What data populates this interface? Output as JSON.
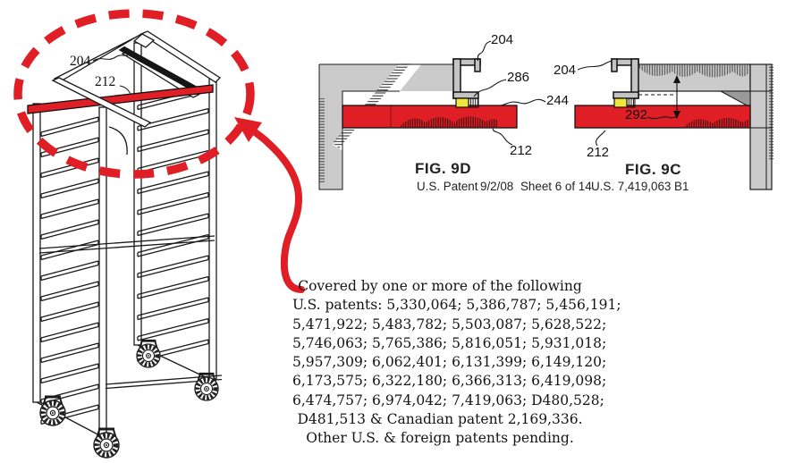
{
  "figure": {
    "rack": {
      "ref_204": "204",
      "ref_212": "212"
    },
    "fig9d": {
      "name": "FIG. 9D",
      "ref_204": "204",
      "ref_286": "286",
      "ref_244": "244",
      "ref_212": "212"
    },
    "fig9c": {
      "name": "FIG. 9C",
      "ref_204": "204",
      "ref_292": "292",
      "ref_212": "212"
    },
    "caption": {
      "publication": "U.S. Patent",
      "date": "9/2/08",
      "sheet": "Sheet 6 of 14",
      "patent_number": "U.S. 7,419,063 B1"
    },
    "notice": {
      "lines": [
        "Covered by one or more of the following",
        "U.S. patents: 5,330,064; 5,386,787; 5,456,191;",
        "5,471,922; 5,483,782; 5,503,087; 5,628,522;",
        "5,746,063; 5,765,386; 5,816,051; 5,931,018;",
        "5,957,309; 6,062,401; 6,131,399; 6,149,120;",
        "6,173,575; 6,322,180; 6,366,313; 6,419,098;",
        "6,474,757; 6,974,042; 7,419,063; D480,528;",
        "D481,513 & Canadian patent 2,169,336.",
        "Other U.S. & foreign patents pending."
      ]
    },
    "colors": {
      "highlight_red": "#e01e26",
      "bracket_yellow": "#efe73d",
      "steel_gray": "#cbcbcb"
    }
  }
}
